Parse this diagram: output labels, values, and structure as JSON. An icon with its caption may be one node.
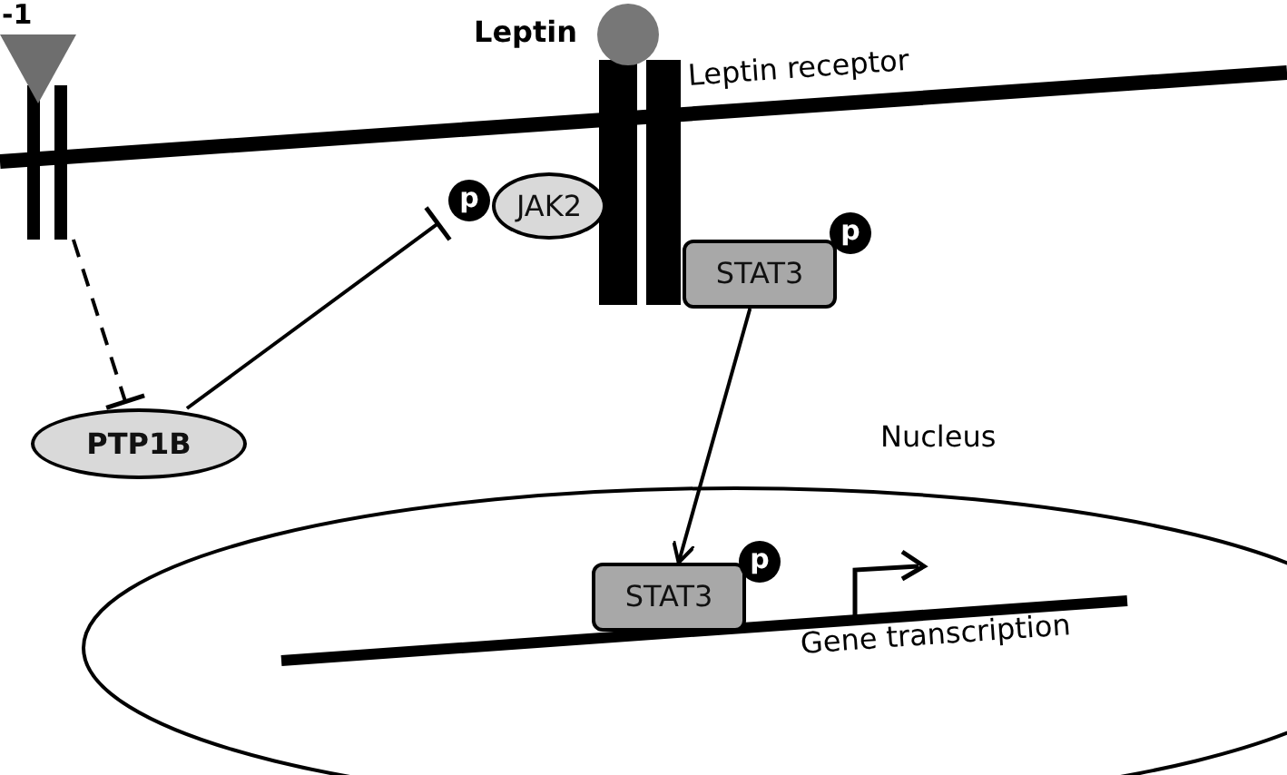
{
  "diagram": {
    "nodes": [
      {
        "text": [],
        "shape": "bar"
      },
      {
        "text": [
          "p"
        ]
      },
      {
        "text": [
          "JAK2"
        ]
      },
      {
        "text": [
          "STAT3"
        ]
      },
      {
        "text": [
          "p"
        ]
      },
      {
        "text": [
          "PTP1B"
        ]
      },
      {
        "text": [
          "Nucleus"
        ]
      },
      {
        "text": [
          "STAT3"
        ],
        "in": 6
      },
      {
        "text": [
          "p"
        ],
        "in": 6
      }
    ],
    "edges": [
      {
        "from": 0,
        "to": 5,
        "arrow": "other",
        "style": "dashed"
      },
      {
        "from": 5,
        "to": 1,
        "arrow": "other"
      },
      {
        "from": 3,
        "to": 7,
        "arrow": "to"
      }
    ],
    "labels": [
      "-1",
      "Leptin",
      "Leptin receptor",
      "Gene transcription"
    ]
  }
}
